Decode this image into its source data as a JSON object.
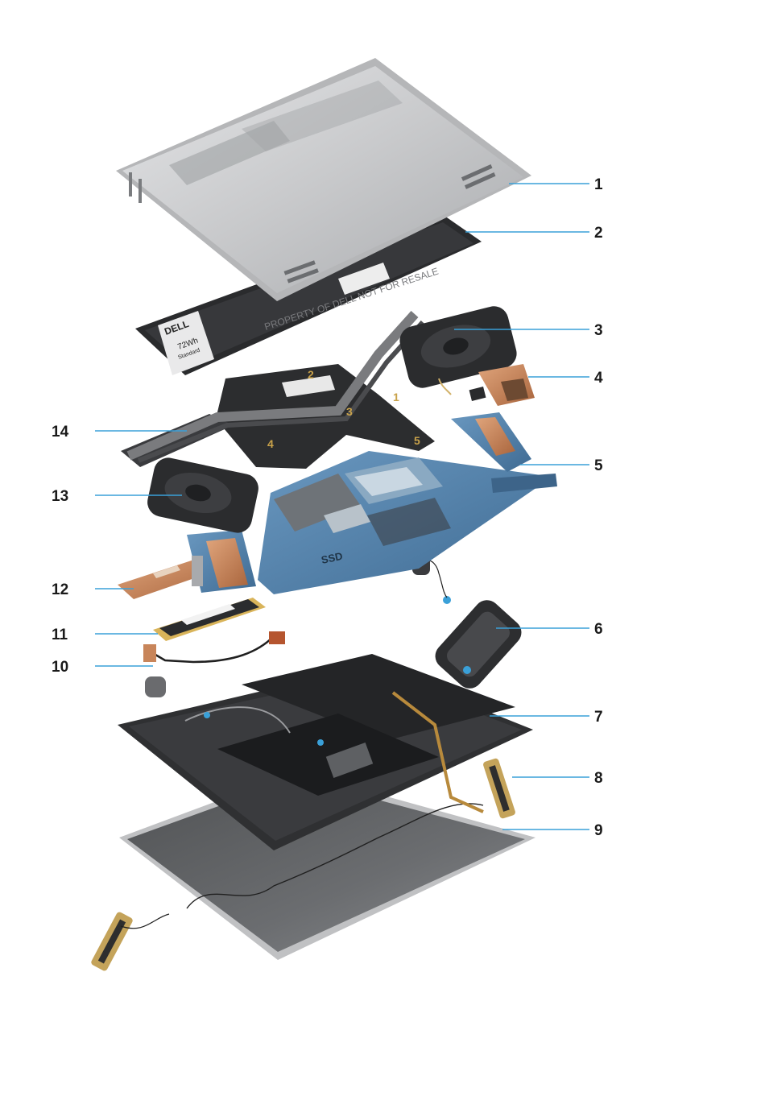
{
  "callouts": [
    "1",
    "2",
    "3",
    "4",
    "5",
    "6",
    "7",
    "8",
    "9",
    "10",
    "11",
    "12",
    "13",
    "14"
  ],
  "printed_text": {
    "brand": "DELL",
    "battery_capacity": "72Wh",
    "battery_type": "Standard",
    "battery_watermark": "PROPERTY OF DELL NOT FOR RESALE",
    "heatsink_marks": [
      "1",
      "2",
      "3",
      "4",
      "5"
    ],
    "board_label": "SSD"
  },
  "colors": {
    "leader_line": "#3aa0d8",
    "chassis_silver": "#c9cacc",
    "battery_black": "#2a2b2d",
    "copper": "#c8855a",
    "board_blue": "#4f7fa8",
    "heatsink_dark": "#2c2d2f"
  }
}
